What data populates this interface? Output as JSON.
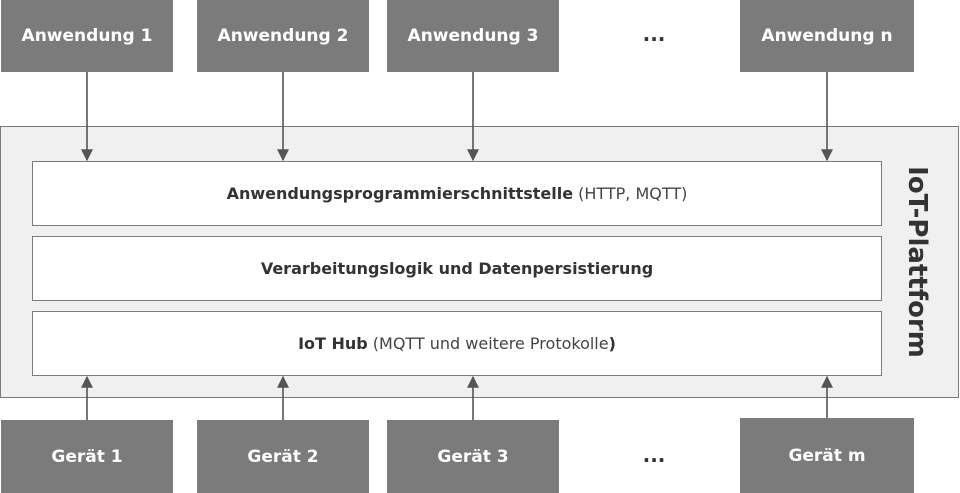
{
  "applications": [
    "Anwendung 1",
    "Anwendung 2",
    "Anwendung 3",
    "Anwendung n"
  ],
  "devices": [
    "Gerät 1",
    "Gerät 2",
    "Gerät 3",
    "Gerät m"
  ],
  "ellipsis": "...",
  "platform": {
    "title": "IoT-Plattform",
    "layers": {
      "api": {
        "name": "Anwendungsprogrammierschnittstelle",
        "detail": "(HTTP, MQTT)"
      },
      "logic": {
        "name": "Verarbeitungslogik und Datenpersistierung"
      },
      "hub": {
        "name": "IoT Hub",
        "detail": "(MQTT und weitere Protokolle",
        "closing": ")"
      }
    }
  },
  "colors": {
    "box": "#7b7b7b",
    "platform_bg": "#f0f0f0",
    "layer_bg": "#ffffff",
    "text": "#333333"
  }
}
